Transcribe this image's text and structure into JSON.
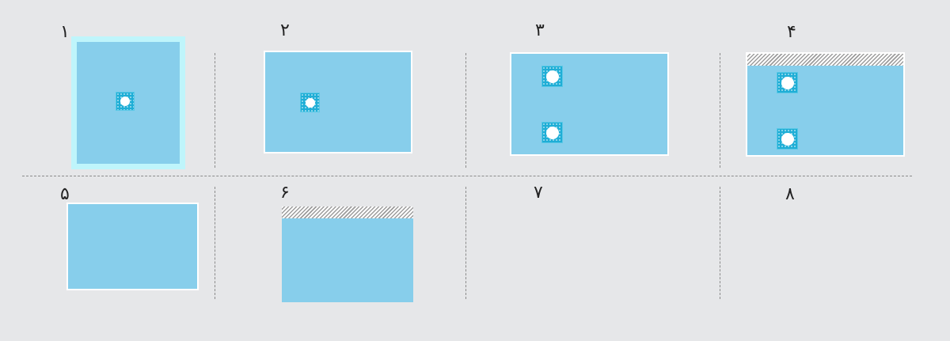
{
  "diagram": {
    "cells": [
      {
        "label": "۱",
        "ports": 1,
        "hatched": false,
        "selected": true
      },
      {
        "label": "۲",
        "ports": 1,
        "hatched": false,
        "selected": false
      },
      {
        "label": "۳",
        "ports": 2,
        "hatched": false,
        "selected": false
      },
      {
        "label": "۴",
        "ports": 2,
        "hatched": true,
        "selected": false
      },
      {
        "label": "۵",
        "ports": 0,
        "hatched": false,
        "selected": false
      },
      {
        "label": "۶",
        "ports": 0,
        "hatched": true,
        "selected": false
      },
      {
        "label": "۷",
        "ports": 0,
        "hatched": false,
        "selected": false
      },
      {
        "label": "۸",
        "ports": 0,
        "hatched": false,
        "selected": false
      }
    ]
  },
  "colors": {
    "background": "#e6e7e9",
    "panel_fill": "#87ceeb",
    "selection_glow": "#bff5fb",
    "port_fill": "#1faed6",
    "divider": "#8b8b8b"
  }
}
